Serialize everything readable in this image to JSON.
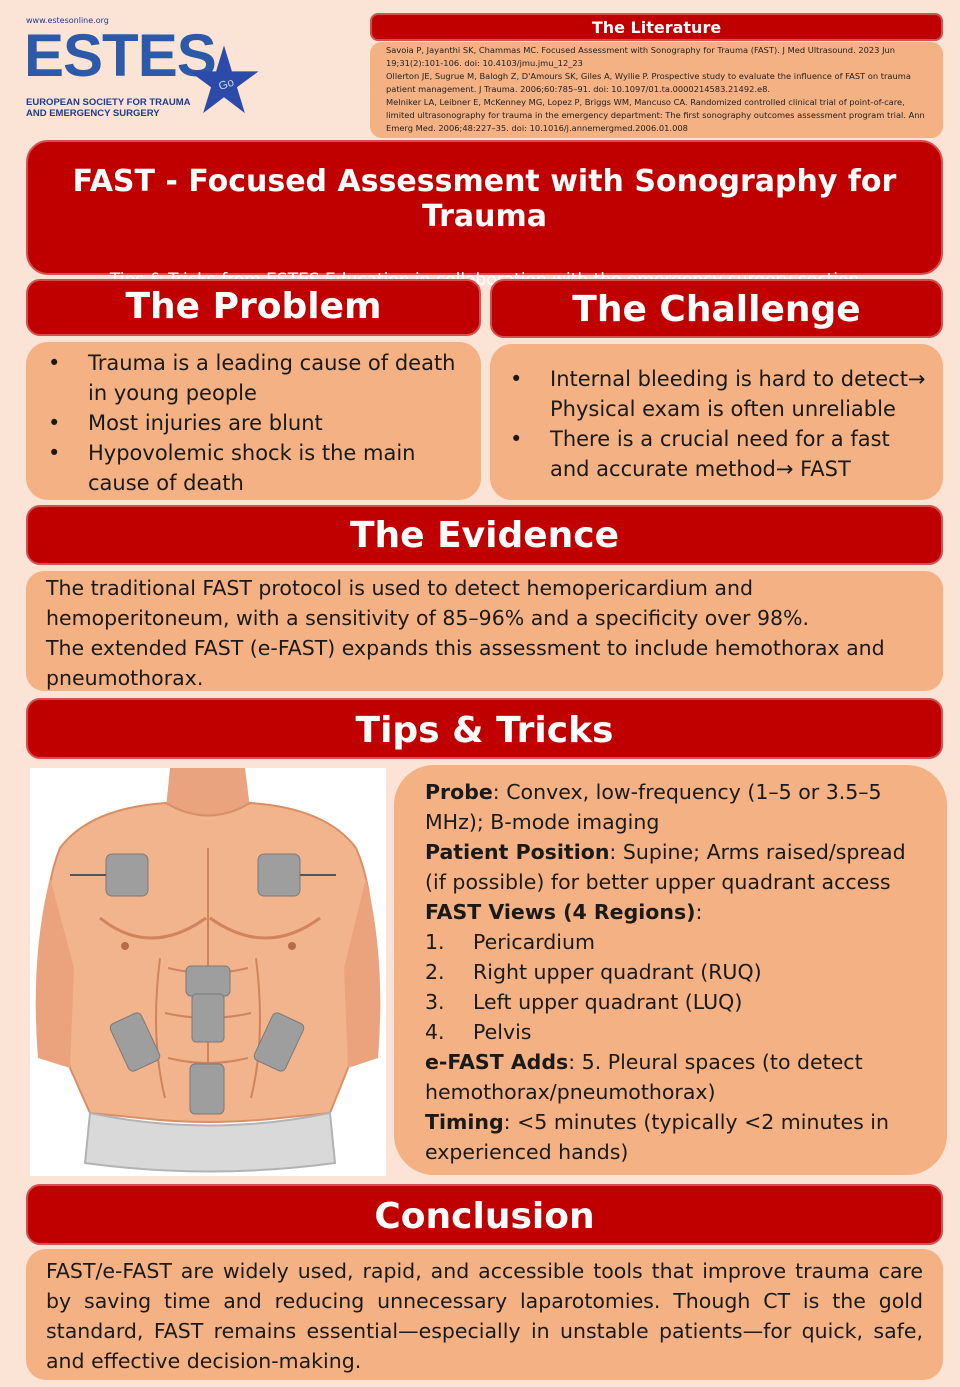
{
  "logo": {
    "url": "www.estesonline.org",
    "name": "ESTES",
    "society_line1": "EUROPEAN SOCIETY FOR TRAUMA",
    "society_line2": "AND EMERGENCY SURGERY",
    "star_text": "Go"
  },
  "literature": {
    "heading": "The Literature",
    "references": [
      "Savoia P, Jayanthi SK, Chammas MC. Focused Assessment with Sonography for Trauma (FAST). J Med Ultrasound. 2023 Jun 19;31(2):101-106. doi: 10.4103/jmu.jmu_12_23",
      "Ollerton JE, Sugrue M, Balogh Z, D'Amours SK, Giles A, Wyllie P. Prospective study to evaluate the influence of FAST on trauma patient management. J Trauma. 2006;60:785–91. doi: 10.1097/01.ta.0000214583.21492.e8.",
      "Melniker LA, Leibner E, McKenney MG, Lopez P, Briggs WM, Mancuso CA. Randomized controlled clinical trial of point-of-care, limited ultrasonography for trauma in the emergency department: The first sonography outcomes assessment program trial. Ann Emerg Med. 2006;48:227–35. doi: 10.1016/j.annemergmed.2006.01.008"
    ]
  },
  "title": {
    "main": "FAST - Focused Assessment with Sonography for Trauma",
    "subtitle": "Tips & Tricks from ESTES Education in collaboration with the emergency surgery section"
  },
  "problem": {
    "heading": "The Problem",
    "items": [
      "Trauma is a leading cause of death in young people",
      "Most injuries are blunt",
      "Hypovolemic shock is the main cause of death"
    ]
  },
  "challenge": {
    "heading": "The Challenge",
    "items": [
      "Internal bleeding is hard to detect→ Physical exam is often unreliable",
      "There is a crucial need for a fast and accurate method→ FAST"
    ]
  },
  "evidence": {
    "heading": "The Evidence",
    "text1": "The traditional FAST protocol is used to detect hemopericardium and hemoperitoneum, with a sensitivity of 85–96% and a specificity over 98%.",
    "text2": "The extended FAST (e-FAST) expands this assessment to include hemothorax and pneumothorax."
  },
  "tips": {
    "heading": "Tips & Tricks",
    "probe_label": "Probe",
    "probe_text": ": Convex, low-frequency (1–5 or 3.5–5 MHz); B-mode imaging",
    "position_label": "Patient Position",
    "position_text": ": Supine; Arms raised/spread (if possible) for better upper quadrant access",
    "views_label": "FAST Views (4 Regions)",
    "views_colon": ":",
    "views": [
      {
        "n": "1.",
        "text": "Pericardium"
      },
      {
        "n": "2.",
        "text": "Right upper quadrant (RUQ)"
      },
      {
        "n": "3.",
        "text": "Left upper quadrant (LUQ)"
      },
      {
        "n": "4.",
        "text": "Pelvis"
      }
    ],
    "efast_label": "e-FAST Adds",
    "efast_text": ": 5. Pleural spaces (to detect hemothorax/pneumothorax)",
    "timing_label": "Timing",
    "timing_text": ": <5 minutes (typically <2 minutes in experienced hands)"
  },
  "conclusion": {
    "heading": "Conclusion",
    "text": "FAST/e-FAST are widely used, rapid, and accessible tools that improve trauma care by saving time and reducing unnecessary laparotomies. Though CT is the gold standard, FAST remains essential—especially in unstable patients—for quick, safe, and effective decision-making."
  },
  "colors": {
    "header_red": "#c00000",
    "panel_peach": "#f4b183",
    "page_bg": "#fbe3d6",
    "logo_blue": "#2c5aa8"
  }
}
